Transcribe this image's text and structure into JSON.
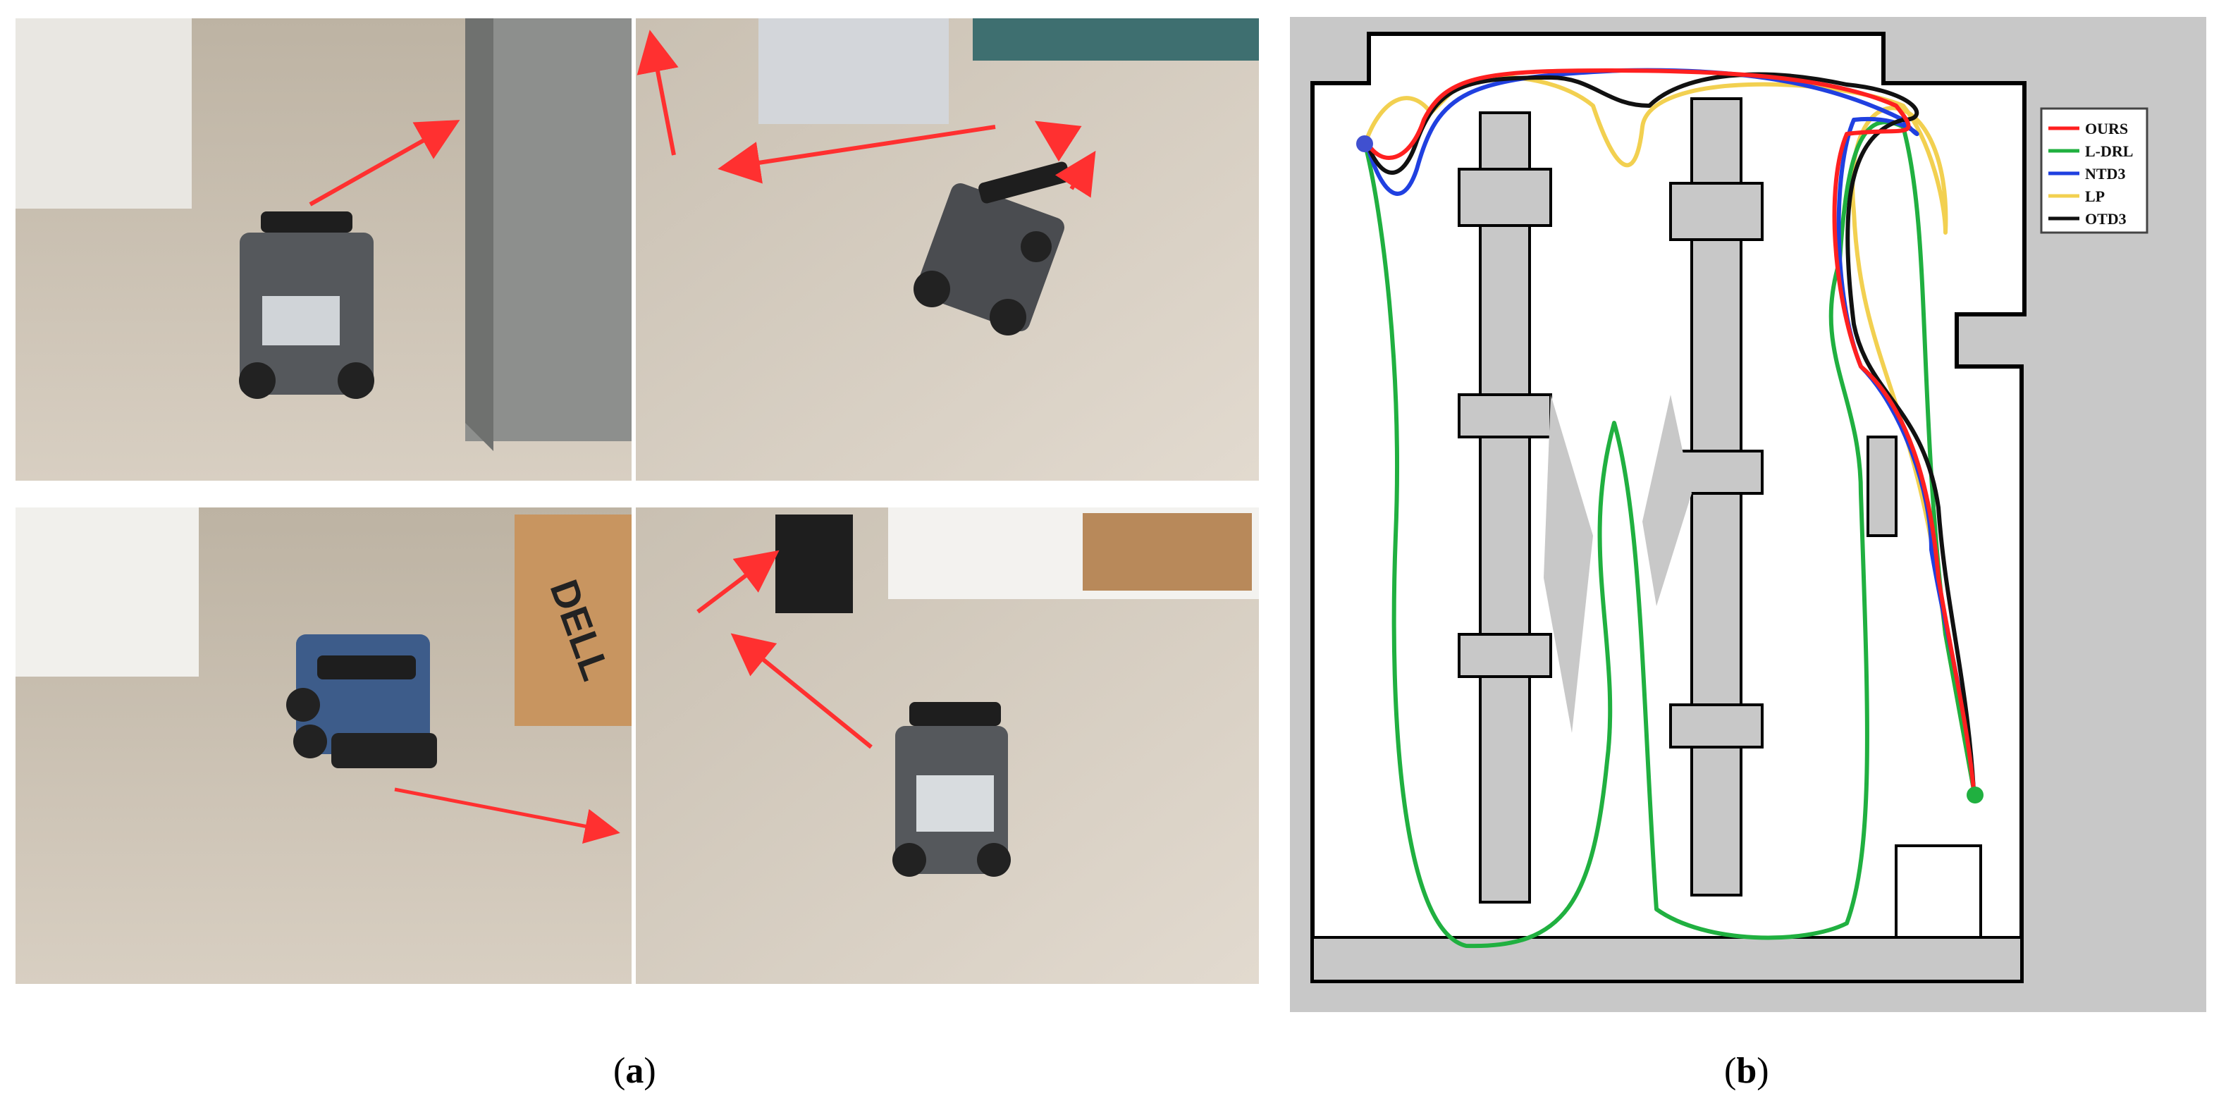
{
  "panels": {
    "a_label": "a",
    "b_label": "b"
  },
  "map_legend": {
    "entries": [
      {
        "name": "OURS",
        "color": "#ff2020"
      },
      {
        "name": "L-DRL",
        "color": "#20b040"
      },
      {
        "name": "NTD3",
        "color": "#2040e0"
      },
      {
        "name": "LP",
        "color": "#f2d050"
      },
      {
        "name": "OTD3",
        "color": "#111111"
      }
    ]
  },
  "colors": {
    "arrow": "#ff3030",
    "map_occupied": "#c8c8c8",
    "map_free": "#ffffff",
    "map_wall": "#000000",
    "floor": "#d6cbbb"
  }
}
